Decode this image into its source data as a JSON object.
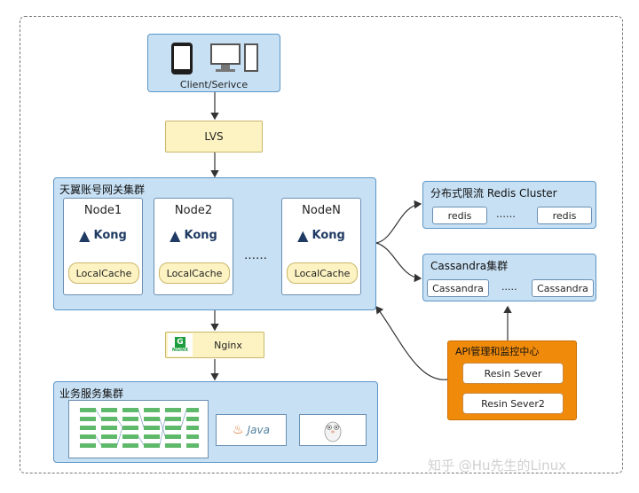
{
  "client": {
    "label": "Client/Serivce",
    "icons": [
      "tablet-icon",
      "desktop-computer-icon"
    ]
  },
  "lvs": {
    "label": "LVS"
  },
  "gateway": {
    "title": "天翼账号网关集群",
    "nodes": [
      {
        "title": "Node1",
        "logo": "Kong",
        "cache": "LocalCache"
      },
      {
        "title": "Node2",
        "logo": "Kong",
        "cache": "LocalCache"
      },
      {
        "title": "NodeN",
        "logo": "Kong",
        "cache": "LocalCache"
      }
    ],
    "ellipsis": "……"
  },
  "redis": {
    "title": "分布式限流 Redis Cluster",
    "left": "redis",
    "right": "redis",
    "ellipsis": "……"
  },
  "cassandra": {
    "title": "Cassandra集群",
    "left": "Cassandra",
    "right": "Cassandra",
    "ellipsis": "....."
  },
  "nginx": {
    "label": "Nginx",
    "logo_text": "NGINX"
  },
  "business": {
    "title": "业务服务集群",
    "java_label": "Java",
    "icons": [
      "server-grid-icon",
      "java-logo-icon",
      "go-gopher-icon"
    ]
  },
  "api": {
    "title": "API管理和监控中心",
    "servers": [
      "Resin Sever",
      "Resin Sever2"
    ]
  },
  "watermark": "知乎 @Hu先生的Linux",
  "colors": {
    "box_blue": "#c7e0f4",
    "box_yellow": "#fdf3c2",
    "api_orange": "#f08a0a"
  }
}
